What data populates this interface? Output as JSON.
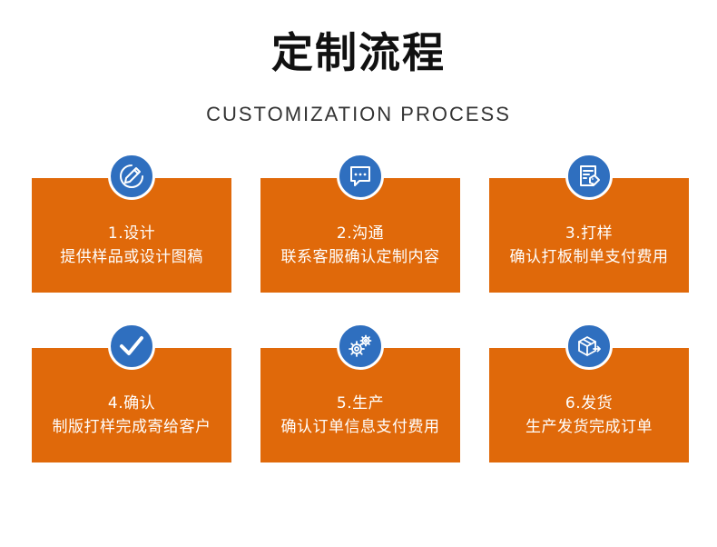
{
  "header": {
    "title": "定制流程",
    "subtitle": "CUSTOMIZATION PROCESS"
  },
  "colors": {
    "card_bg": "#e0690a",
    "badge_bg": "#2f6fbf",
    "text_on_card": "#ffffff"
  },
  "steps": [
    {
      "label": "1.设计",
      "description": "提供样品或设计图稿",
      "icon": "pencil-icon"
    },
    {
      "label": "2.沟通",
      "description": "联系客服确认定制内容",
      "icon": "chat-bubble-icon"
    },
    {
      "label": "3.打样",
      "description": "确认打板制单支付费用",
      "icon": "document-tag-icon"
    },
    {
      "label": "4.确认",
      "description": "制版打样完成寄给客户",
      "icon": "checkmark-icon"
    },
    {
      "label": "5.生产",
      "description": "确认订单信息支付费用",
      "icon": "gears-icon"
    },
    {
      "label": "6.发货",
      "description": "生产发货完成订单",
      "icon": "shipping-box-icon"
    }
  ]
}
